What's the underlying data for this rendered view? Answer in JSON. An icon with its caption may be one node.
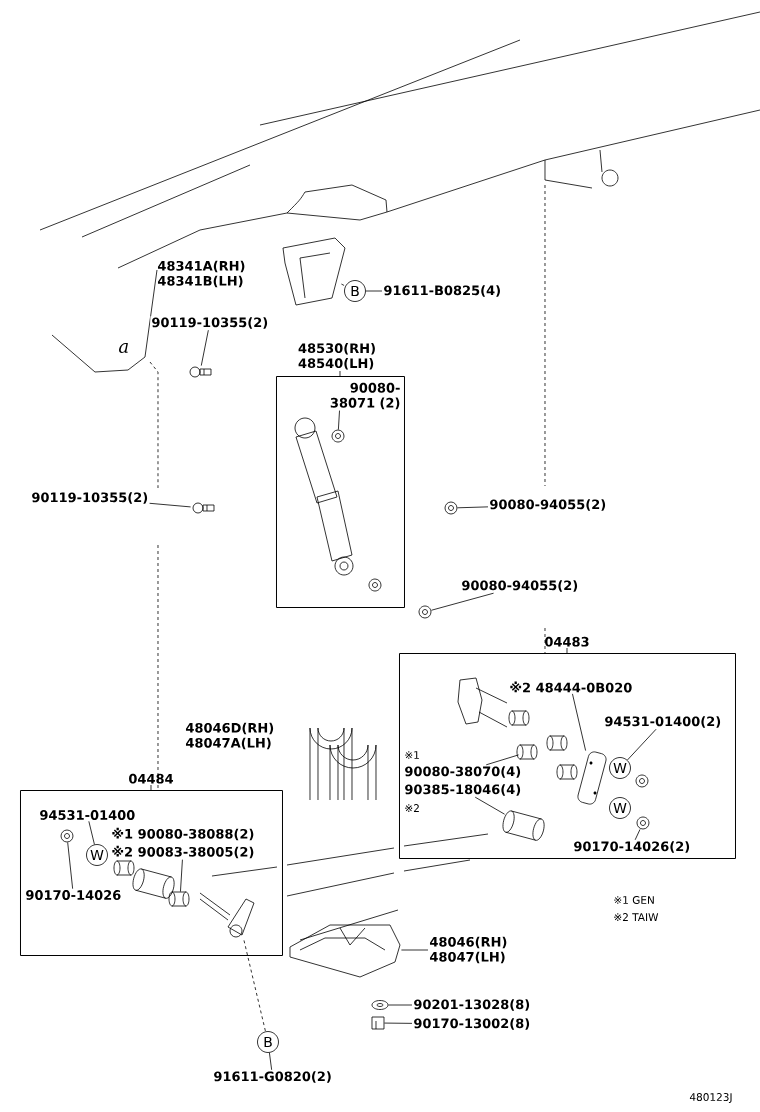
{
  "diagram": {
    "nodes": [
      {
        "text": [
          "90119-10355(2)"
        ]
      },
      {
        "text": [],
        "shape": "picture"
      },
      {
        "text": [],
        "shape": "picture"
      },
      {
        "text": [
          "B"
        ]
      },
      {
        "text": [
          "91611-B0825(4)"
        ]
      },
      {
        "text": [
          "48530(RH) 48540(LH)"
        ]
      },
      {
        "text": [
          "90080-38071 (2)"
        ],
        "in": 5
      },
      {
        "text": [],
        "shape": "picture",
        "in": 5
      },
      {
        "text": [
          "90119-10355(2)"
        ]
      },
      {
        "text": [],
        "shape": "picture"
      },
      {
        "text": [],
        "shape": "picture"
      },
      {
        "text": [
          "90080-94055(2)"
        ]
      },
      {
        "text": [],
        "shape": "picture"
      },
      {
        "text": [
          "90080-94055(2)"
        ]
      },
      {
        "text": [
          "04483"
        ]
      },
      {
        "text": [
          "※2 48444-0B020"
        ],
        "in": 14
      },
      {
        "text": [
          "94531-01400(2)"
        ],
        "in": 14
      },
      {
        "text": [],
        "shape": "picture",
        "in": 14
      },
      {
        "text": [
          "W"
        ],
        "in": 14
      },
      {
        "text": [
          "W"
        ],
        "in": 14
      },
      {
        "text": [],
        "shape": "picture",
        "in": 14
      },
      {
        "text": [
          "90080-38070(4)"
        ],
        "in": 14
      },
      {
        "text": [
          "90385-18046(4)"
        ],
        "in": 14
      },
      {
        "text": [],
        "shape": "picture",
        "in": 14
      },
      {
        "text": [],
        "shape": "picture",
        "in": 14
      },
      {
        "text": [
          "90170-14026(2)"
        ],
        "in": 14
      },
      {
        "text": [
          "04484"
        ]
      },
      {
        "text": [
          "94531-01400"
        ],
        "in": 26
      },
      {
        "text": [
          "W"
        ],
        "in": 26
      },
      {
        "text": [],
        "shape": "picture",
        "in": 26
      },
      {
        "text": [
          "90170-14026"
        ],
        "in": 26
      },
      {
        "text": [
          "※1 90080-38088(2)"
        ],
        "in": 26
      },
      {
        "text": [
          "※2 90083-38005(2)"
        ],
        "in": 26
      },
      {
        "text": [],
        "shape": "picture",
        "in": 26
      },
      {
        "text": [],
        "shape": "picture",
        "in": 26
      },
      {
        "text": [
          "B"
        ]
      },
      {
        "text": [
          "91611-G0820(2)"
        ]
      },
      {
        "text": [],
        "shape": "picture"
      },
      {
        "text": [
          "48046(RH) 48047(LH)"
        ]
      },
      {
        "text": [],
        "shape": "picture"
      },
      {
        "text": [
          "90201-13028(8)"
        ]
      },
      {
        "text": [],
        "shape": "picture"
      },
      {
        "text": [
          "90170-13002(8)"
        ]
      }
    ],
    "edges": [
      {
        "from": 0,
        "to": 1,
        "arrow": "none"
      },
      {
        "from": 2,
        "to": 3,
        "arrow": "none",
        "style": "dashed"
      },
      {
        "from": 3,
        "to": 4,
        "arrow": "none"
      },
      {
        "from": 6,
        "to": 7,
        "arrow": "none"
      },
      {
        "from": 8,
        "to": 9,
        "arrow": "none"
      },
      {
        "from": 11,
        "to": 10,
        "arrow": "none"
      },
      {
        "from": 13,
        "to": 12,
        "arrow": "none"
      },
      {
        "from": 15,
        "to": 17,
        "arrow": "none"
      },
      {
        "from": 16,
        "to": 18,
        "arrow": "none"
      },
      {
        "from": 21,
        "to": 20,
        "arrow": "none"
      },
      {
        "from": 22,
        "to": 23,
        "arrow": "none"
      },
      {
        "from": 25,
        "to": 24,
        "arrow": "none"
      },
      {
        "from": 27,
        "to": 28,
        "arrow": "none"
      },
      {
        "from": 30,
        "to": 29,
        "arrow": "none"
      },
      {
        "from": 32,
        "to": 33,
        "arrow": "none"
      },
      {
        "from": 34,
        "to": 35,
        "arrow": "none",
        "style": "dashed"
      },
      {
        "from": 35,
        "to": 36,
        "arrow": "none"
      },
      {
        "from": 38,
        "to": 37,
        "arrow": "none"
      },
      {
        "from": 40,
        "to": 39,
        "arrow": "none"
      },
      {
        "from": 42,
        "to": 41,
        "arrow": "none"
      },
      {
        "from": null,
        "to": 14,
        "arrow": "none",
        "style": "dashed"
      },
      {
        "from": null,
        "to": 26,
        "arrow": "none",
        "style": "dashed"
      }
    ],
    "labels": [
      "48341A(RH) 48341B(LH)",
      "a",
      "48046D(RH) 48047A(LH)",
      "※1",
      "※2",
      "※1 GEN",
      "※2 TAIW",
      "480123J"
    ]
  }
}
